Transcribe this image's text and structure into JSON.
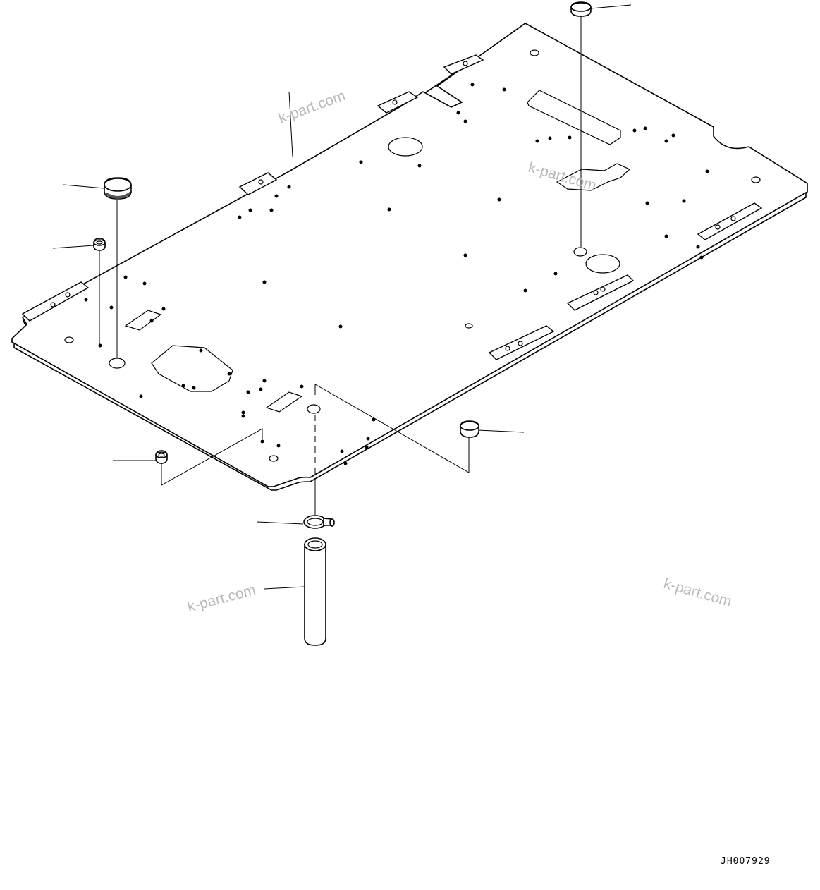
{
  "watermarks": [
    "k-part.com",
    "k-part.com",
    "k-part.com",
    "k-part.com"
  ],
  "drawing_code": "JH007929",
  "parts": {
    "floor_plate": "floor-plate",
    "cap_large_top": "cap-large",
    "cap_large_left": "cap-large",
    "cap_small_right": "cap-small",
    "grommet_upper": "grommet",
    "grommet_lower": "grommet",
    "hose_clamp": "hose-clamp",
    "drain_hose": "drain-hose"
  }
}
